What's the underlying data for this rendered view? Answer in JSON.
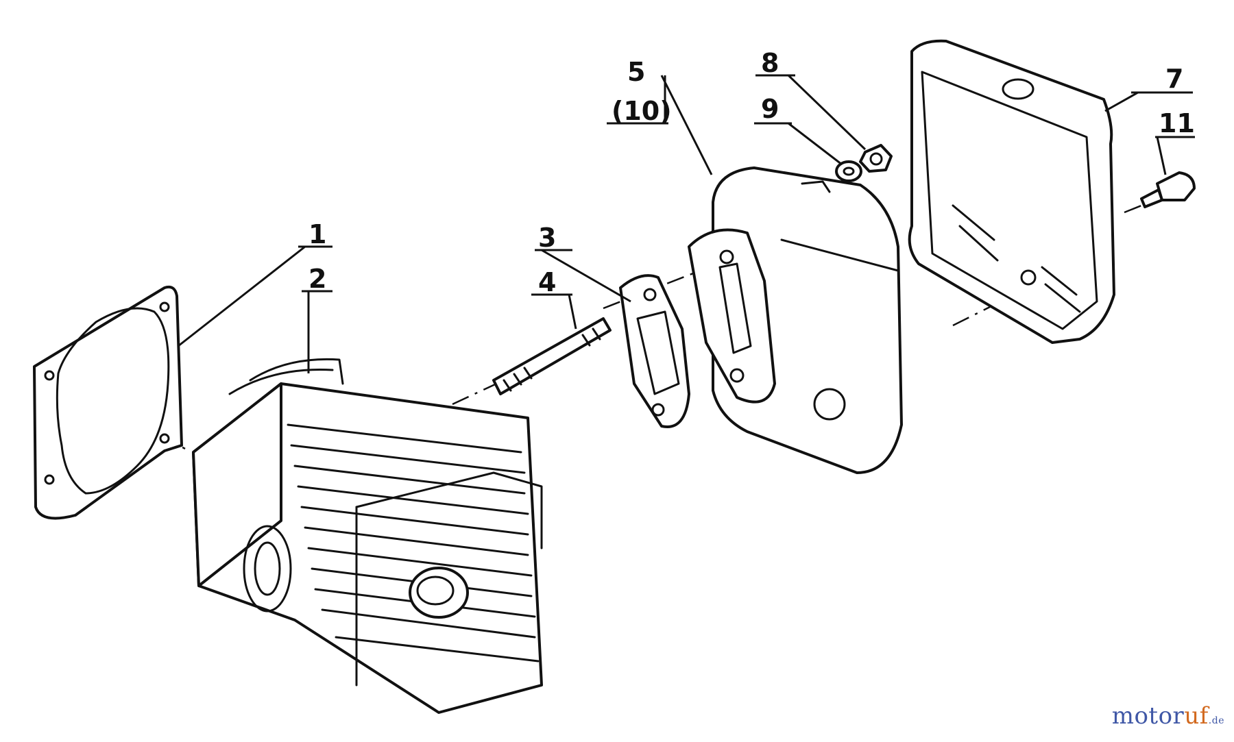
{
  "callouts": {
    "c1": "1",
    "c2": "2",
    "c3": "3",
    "c4": "4",
    "c5": "5",
    "c10": "(10)",
    "c8": "8",
    "c9": "9",
    "c7": "7",
    "c11": "11"
  },
  "watermark": {
    "part_a": "motor",
    "part_b": "uf",
    "tld": ".de"
  },
  "colors": {
    "line": "#111111",
    "watermark_blue": "#3f57a6",
    "watermark_orange": "#d2691e"
  }
}
